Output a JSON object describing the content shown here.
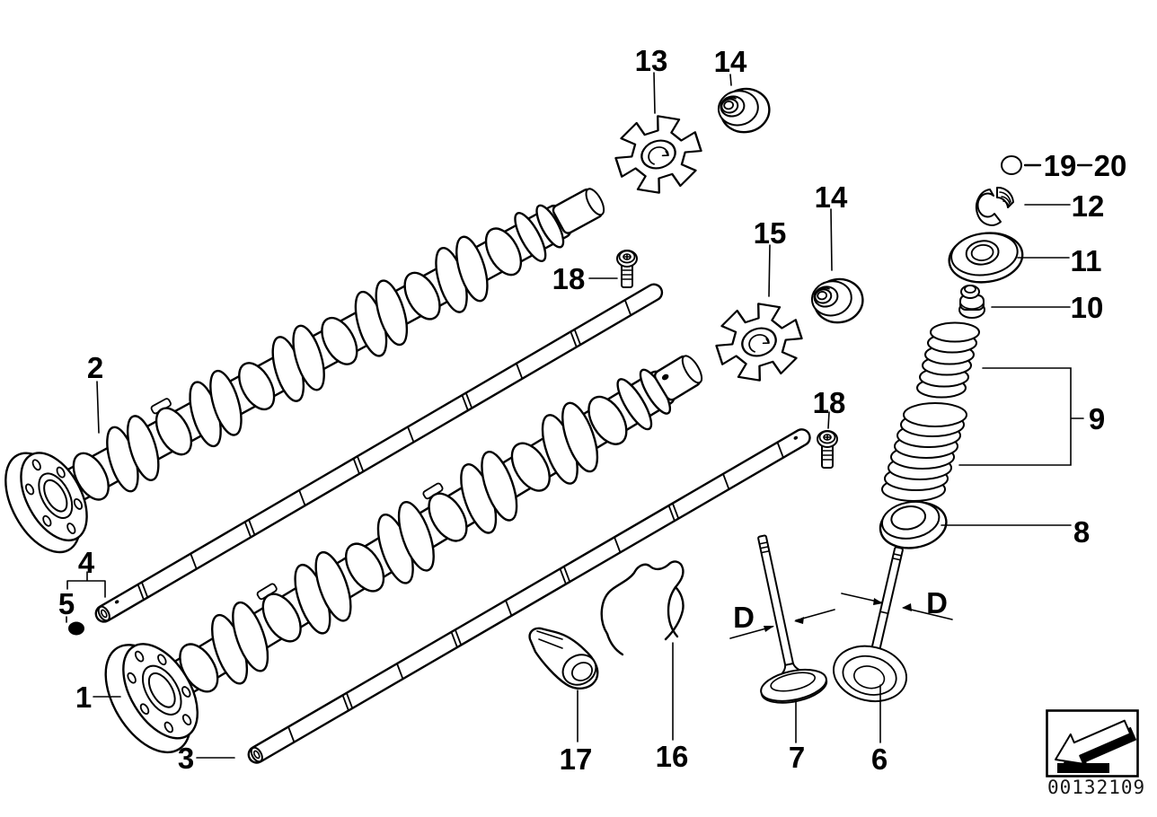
{
  "colors": {
    "background": "#ffffff",
    "line": "#000000"
  },
  "callouts": {
    "c1": "1",
    "c2": "2",
    "c3": "3",
    "c4": "4",
    "c5": "5",
    "c6": "6",
    "c7": "7",
    "c8": "8",
    "c9": "9",
    "c10": "10",
    "c11": "11",
    "c12": "12",
    "c13": "13",
    "c14_top": "14",
    "c14_mid": "14",
    "c15": "15",
    "c16": "16",
    "c17": "17",
    "c18_top": "18",
    "c18_mid": "18",
    "c19": "19",
    "c20": "20"
  },
  "dimension_labels": {
    "left": "D",
    "right": "D"
  },
  "stamp": {
    "code": "00132109",
    "icon": "direction-arrow-down-left-icon"
  }
}
